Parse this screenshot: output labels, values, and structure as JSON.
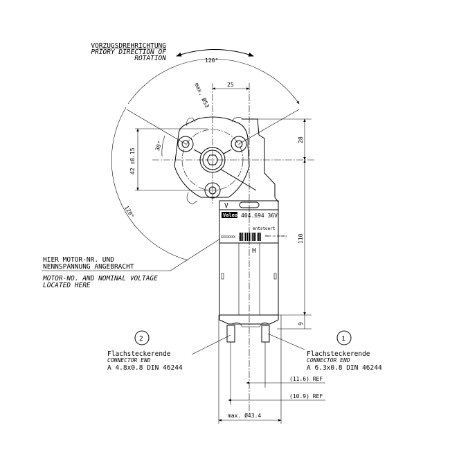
{
  "rotation": {
    "title_de": "VORZUGSDREHRICHTUNG",
    "title_en_1": "PRIORY DIRECTION OF",
    "title_en_2": "ROTATION",
    "angle_top": "120°",
    "angle_left": "120°"
  },
  "dimensions": {
    "max_d53": "max. Ø53",
    "w25": "25",
    "h28": "28",
    "h42": "42 ±0.15",
    "a30": "30°",
    "h110": "110",
    "h9": "9",
    "ref116": "(11.6) REF",
    "ref109": "(10.9) REF",
    "max434": "max. Ø43.4"
  },
  "label_plate": {
    "brand": "Valeo",
    "part": "404.694 36V",
    "suppressed": "entstoert",
    "serial": "XXXXXXX",
    "made_in": "Made in Germany",
    "mark_v": "V",
    "mark_h": "H"
  },
  "motor_note": {
    "de_1": "HIER MOTOR-NR. UND",
    "de_2": "NENNSPANNUNG ANGEBRACHT",
    "en_1": "MOTOR-NO. AND NOMINAL VOLTAGE",
    "en_2": "LOCATED HERE"
  },
  "connectors": [
    {
      "num": "2",
      "de": "Flachsteckerende",
      "en": "CONNECTOR END",
      "spec": "A 4.8x0.8 DIN 46244"
    },
    {
      "num": "1",
      "de": "Flachsteckerende",
      "en": "CONNECTOR END",
      "spec": "A 6.3x0.8 DIN 46244"
    }
  ]
}
